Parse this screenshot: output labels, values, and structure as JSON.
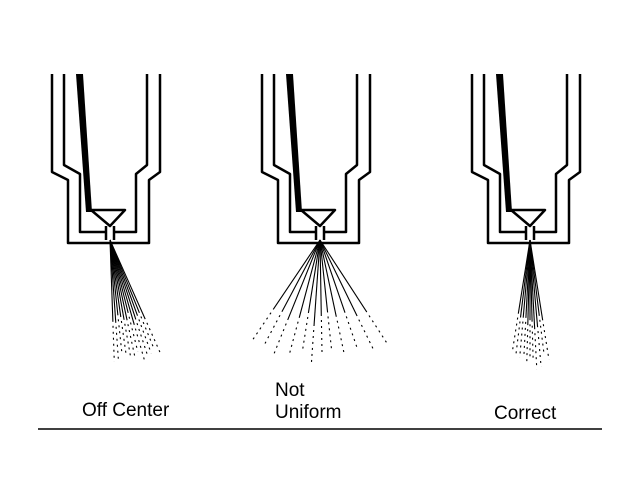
{
  "labels": {
    "off_center": "Off Center",
    "not_uniform_line1": "Not",
    "not_uniform_line2": "Uniform",
    "correct": "Correct"
  },
  "colors": {
    "ink": "#000000",
    "background": "#ffffff"
  }
}
